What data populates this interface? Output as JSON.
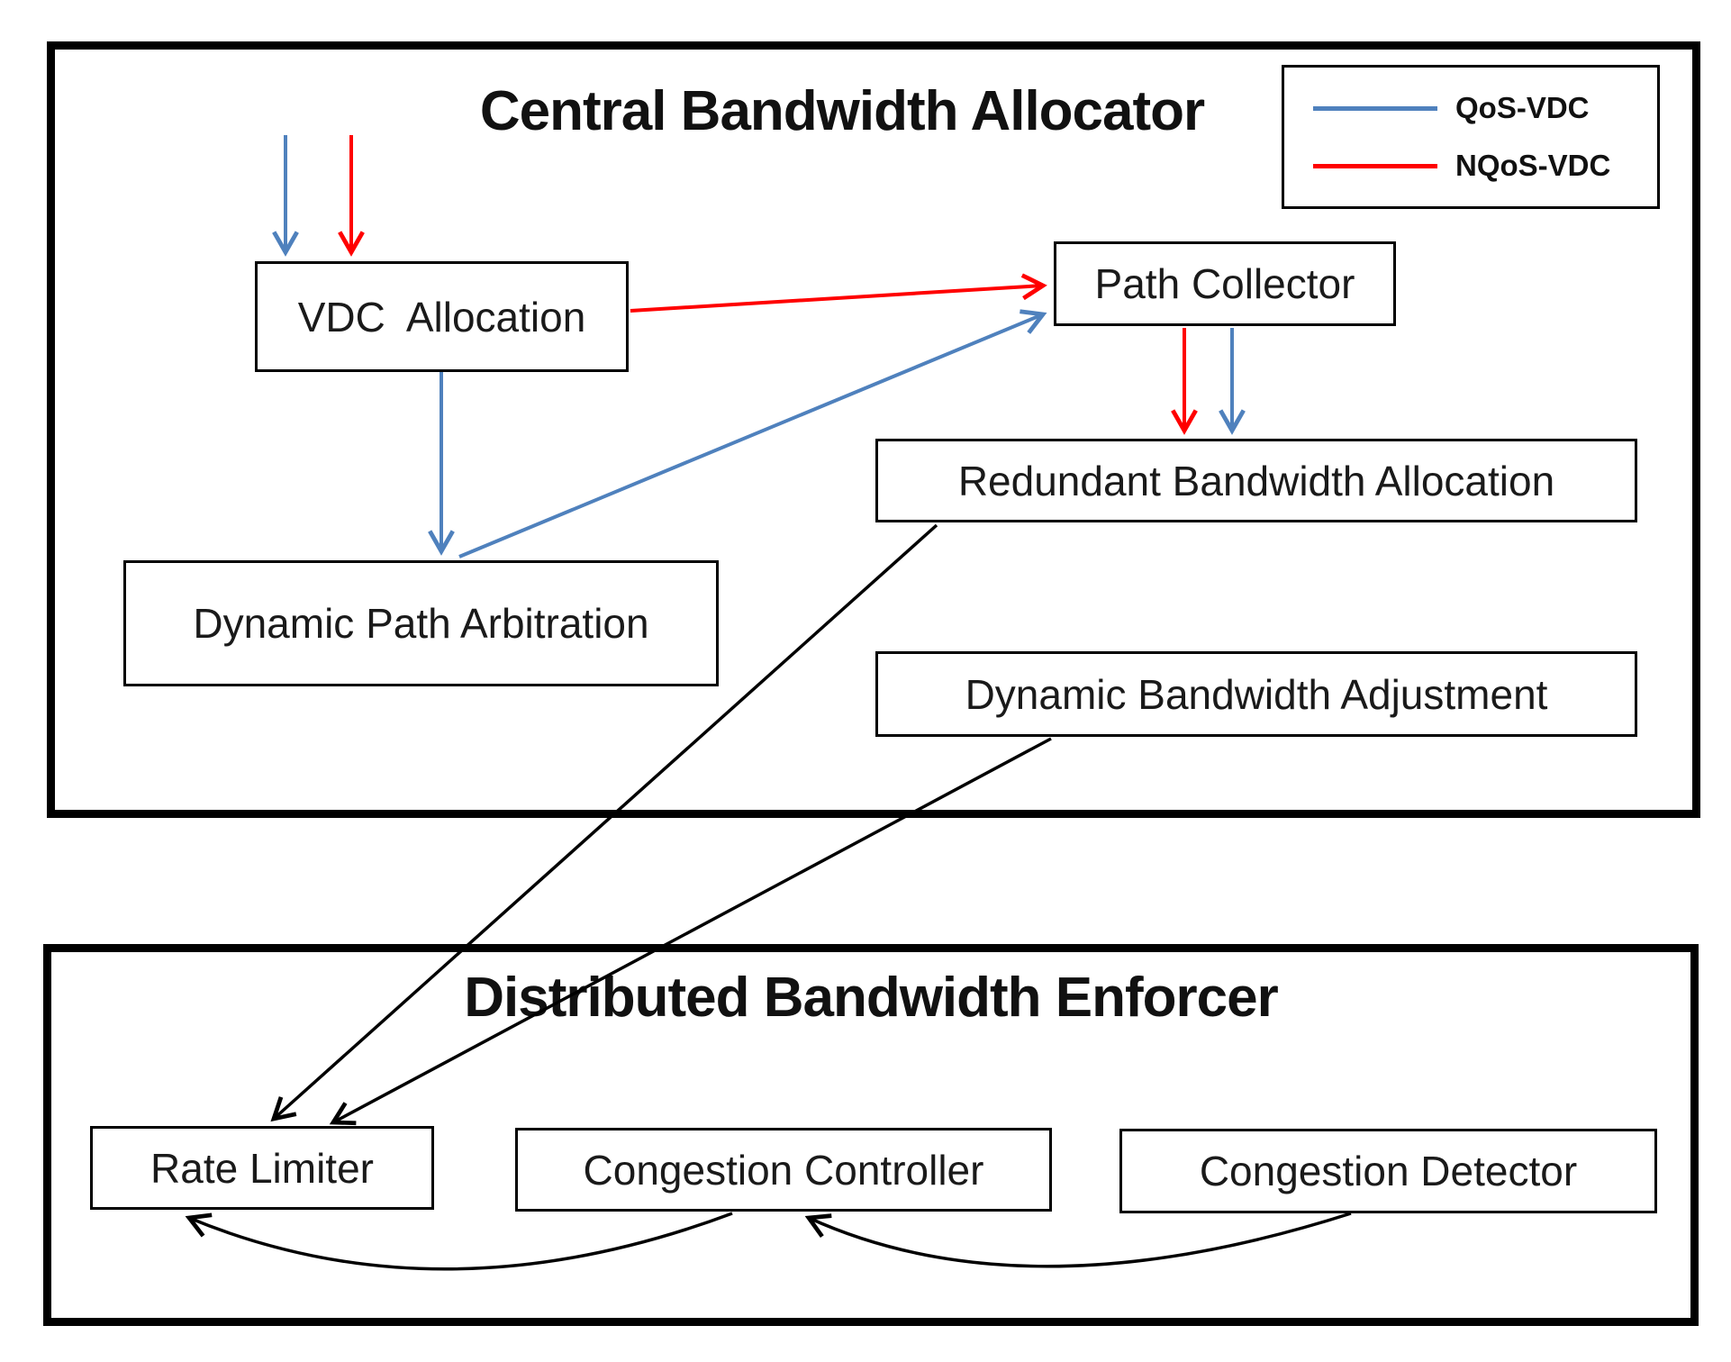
{
  "diagram": {
    "top_section": {
      "title": "Central Bandwidth Allocator"
    },
    "bottom_section": {
      "title": "Distributed Bandwidth Enforcer"
    },
    "legend": {
      "items": [
        {
          "label": "QoS-VDC",
          "color": "#4f81bd"
        },
        {
          "label": "NQoS-VDC",
          "color": "#ff0000"
        }
      ]
    },
    "colors": {
      "qos": "#4f81bd",
      "nqos": "#ff0000",
      "plain": "#000000"
    },
    "nodes": {
      "vdc_allocation": {
        "label": "VDC  Allocation"
      },
      "path_collector": {
        "label": "Path Collector"
      },
      "dynamic_path_arbitration": {
        "label": "Dynamic Path Arbitration"
      },
      "redundant_bandwidth_allocation": {
        "label": "Redundant Bandwidth Allocation"
      },
      "dynamic_bandwidth_adjustment": {
        "label": "Dynamic Bandwidth Adjustment"
      },
      "rate_limiter": {
        "label": "Rate Limiter"
      },
      "congestion_controller": {
        "label": "Congestion Controller"
      },
      "congestion_detector": {
        "label": "Congestion Detector"
      }
    },
    "edges": [
      {
        "from": "external-qos",
        "to": "vdc_allocation",
        "type": "QoS-VDC"
      },
      {
        "from": "external-nqos",
        "to": "vdc_allocation",
        "type": "NQoS-VDC"
      },
      {
        "from": "vdc_allocation",
        "to": "path_collector",
        "type": "NQoS-VDC"
      },
      {
        "from": "vdc_allocation",
        "to": "dynamic_path_arbitration",
        "type": "QoS-VDC"
      },
      {
        "from": "dynamic_path_arbitration",
        "to": "path_collector",
        "type": "QoS-VDC"
      },
      {
        "from": "path_collector",
        "to": "redundant_bandwidth_allocation",
        "type": "NQoS-VDC"
      },
      {
        "from": "path_collector",
        "to": "redundant_bandwidth_allocation",
        "type": "QoS-VDC"
      },
      {
        "from": "redundant_bandwidth_allocation",
        "to": "rate_limiter",
        "type": "plain"
      },
      {
        "from": "dynamic_bandwidth_adjustment",
        "to": "rate_limiter",
        "type": "plain"
      },
      {
        "from": "congestion_controller",
        "to": "rate_limiter",
        "type": "plain"
      },
      {
        "from": "congestion_detector",
        "to": "congestion_controller",
        "type": "plain"
      }
    ]
  }
}
